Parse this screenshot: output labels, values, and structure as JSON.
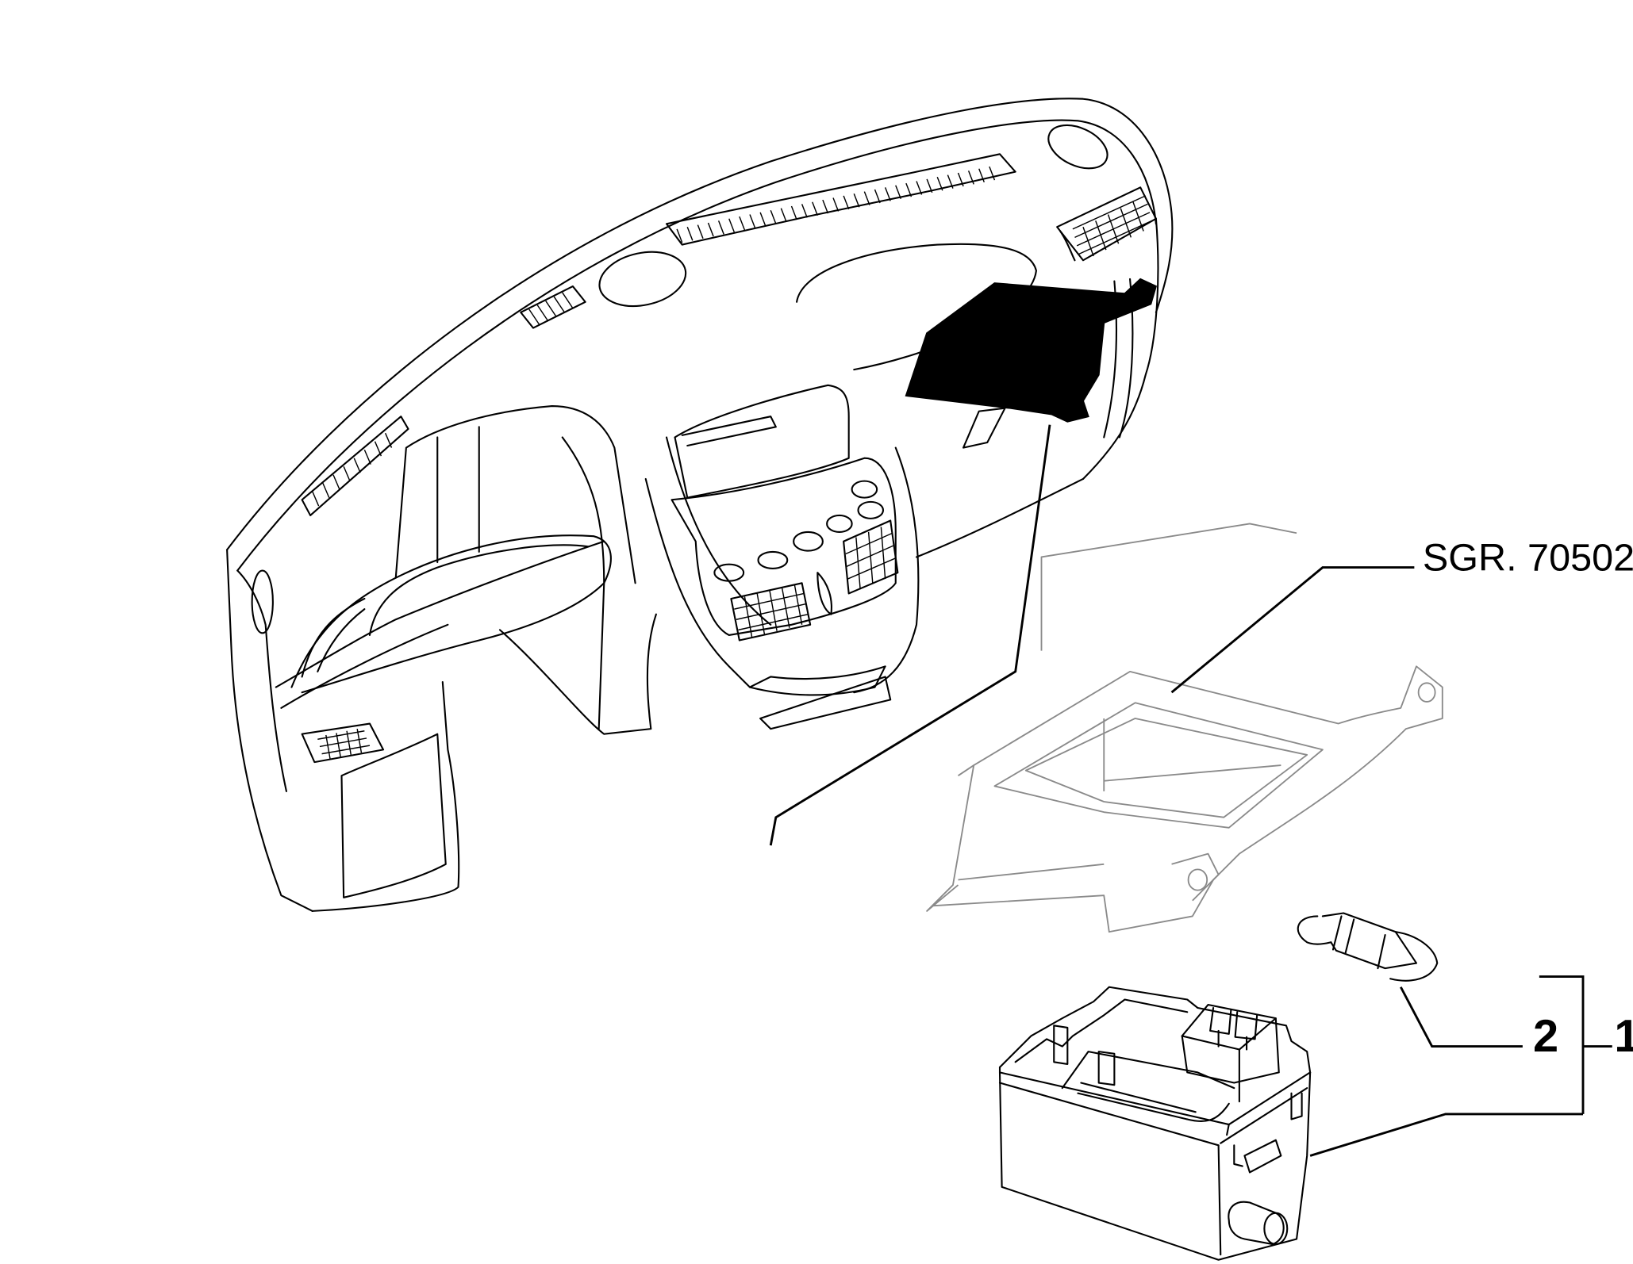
{
  "callouts": {
    "reference": "SGR. 70502",
    "part_2": "2",
    "part_1": "1"
  }
}
